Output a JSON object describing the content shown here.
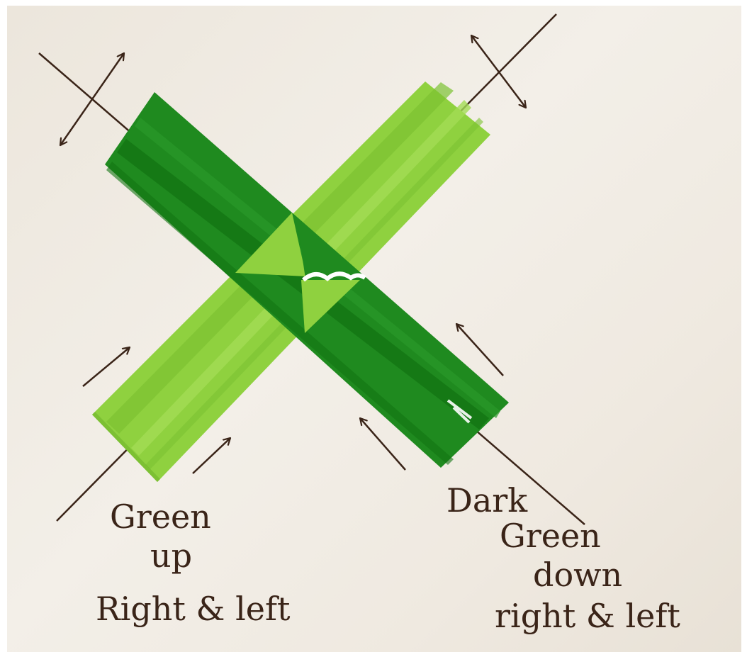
{
  "labels": {
    "light_strip": {
      "line1": "Green",
      "line2": "up",
      "line3": "Right & left"
    },
    "dark_strip": {
      "line1": "Dark",
      "line2": "Green",
      "line3": "down",
      "line4": "right & left"
    }
  },
  "colors": {
    "paper": "#efe9e0",
    "light_green": "#8fd13f",
    "light_green_shade": "#7cc232",
    "dark_green": "#1f8a1f",
    "dark_green_shade": "#137413",
    "ink": "#3a2418"
  },
  "icons": [
    "double-arrow-icon",
    "arrow-icon"
  ]
}
